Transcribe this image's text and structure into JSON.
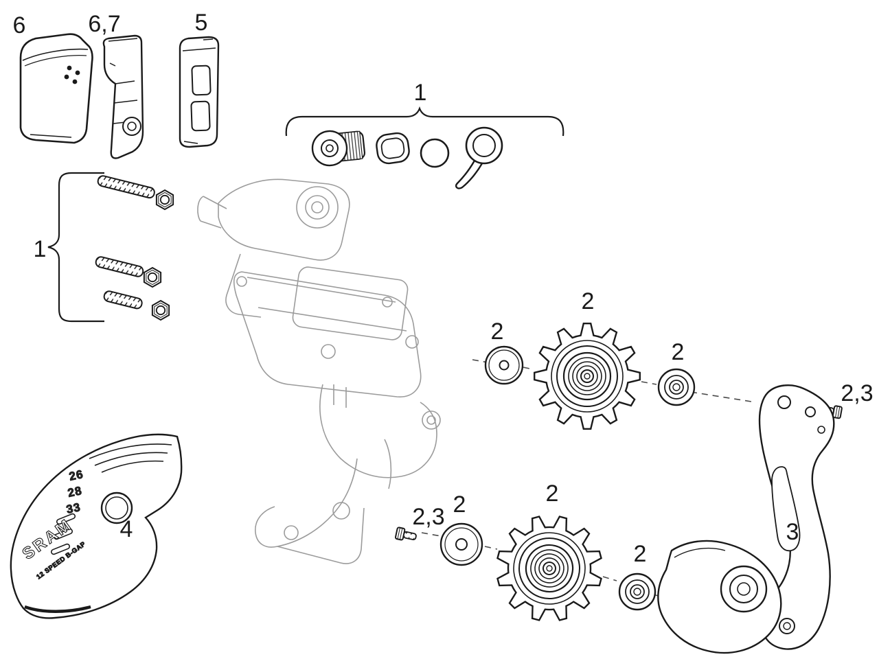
{
  "diagram": {
    "callouts": {
      "battery": "6",
      "battery_latch": "6,7",
      "battery_cover": "5",
      "hardware_top": "1",
      "hardware_left": "1",
      "upper_washer": "2",
      "upper_pulley": "2",
      "upper_cap": "2",
      "upper_screw": "2,3",
      "cage_plate": "3",
      "lower_screw": "2,3",
      "lower_washer": "2",
      "lower_pulley": "2",
      "lower_cap": "2",
      "chain_guard": "4"
    },
    "chain_guard": {
      "brand": "SRAM",
      "spec": "12 SPEED B-GAP",
      "sizes": [
        "26",
        "28",
        "33"
      ]
    },
    "colors": {
      "line": "#1a1a1a",
      "light_line": "#9b9b9b",
      "background": "#ffffff"
    }
  }
}
